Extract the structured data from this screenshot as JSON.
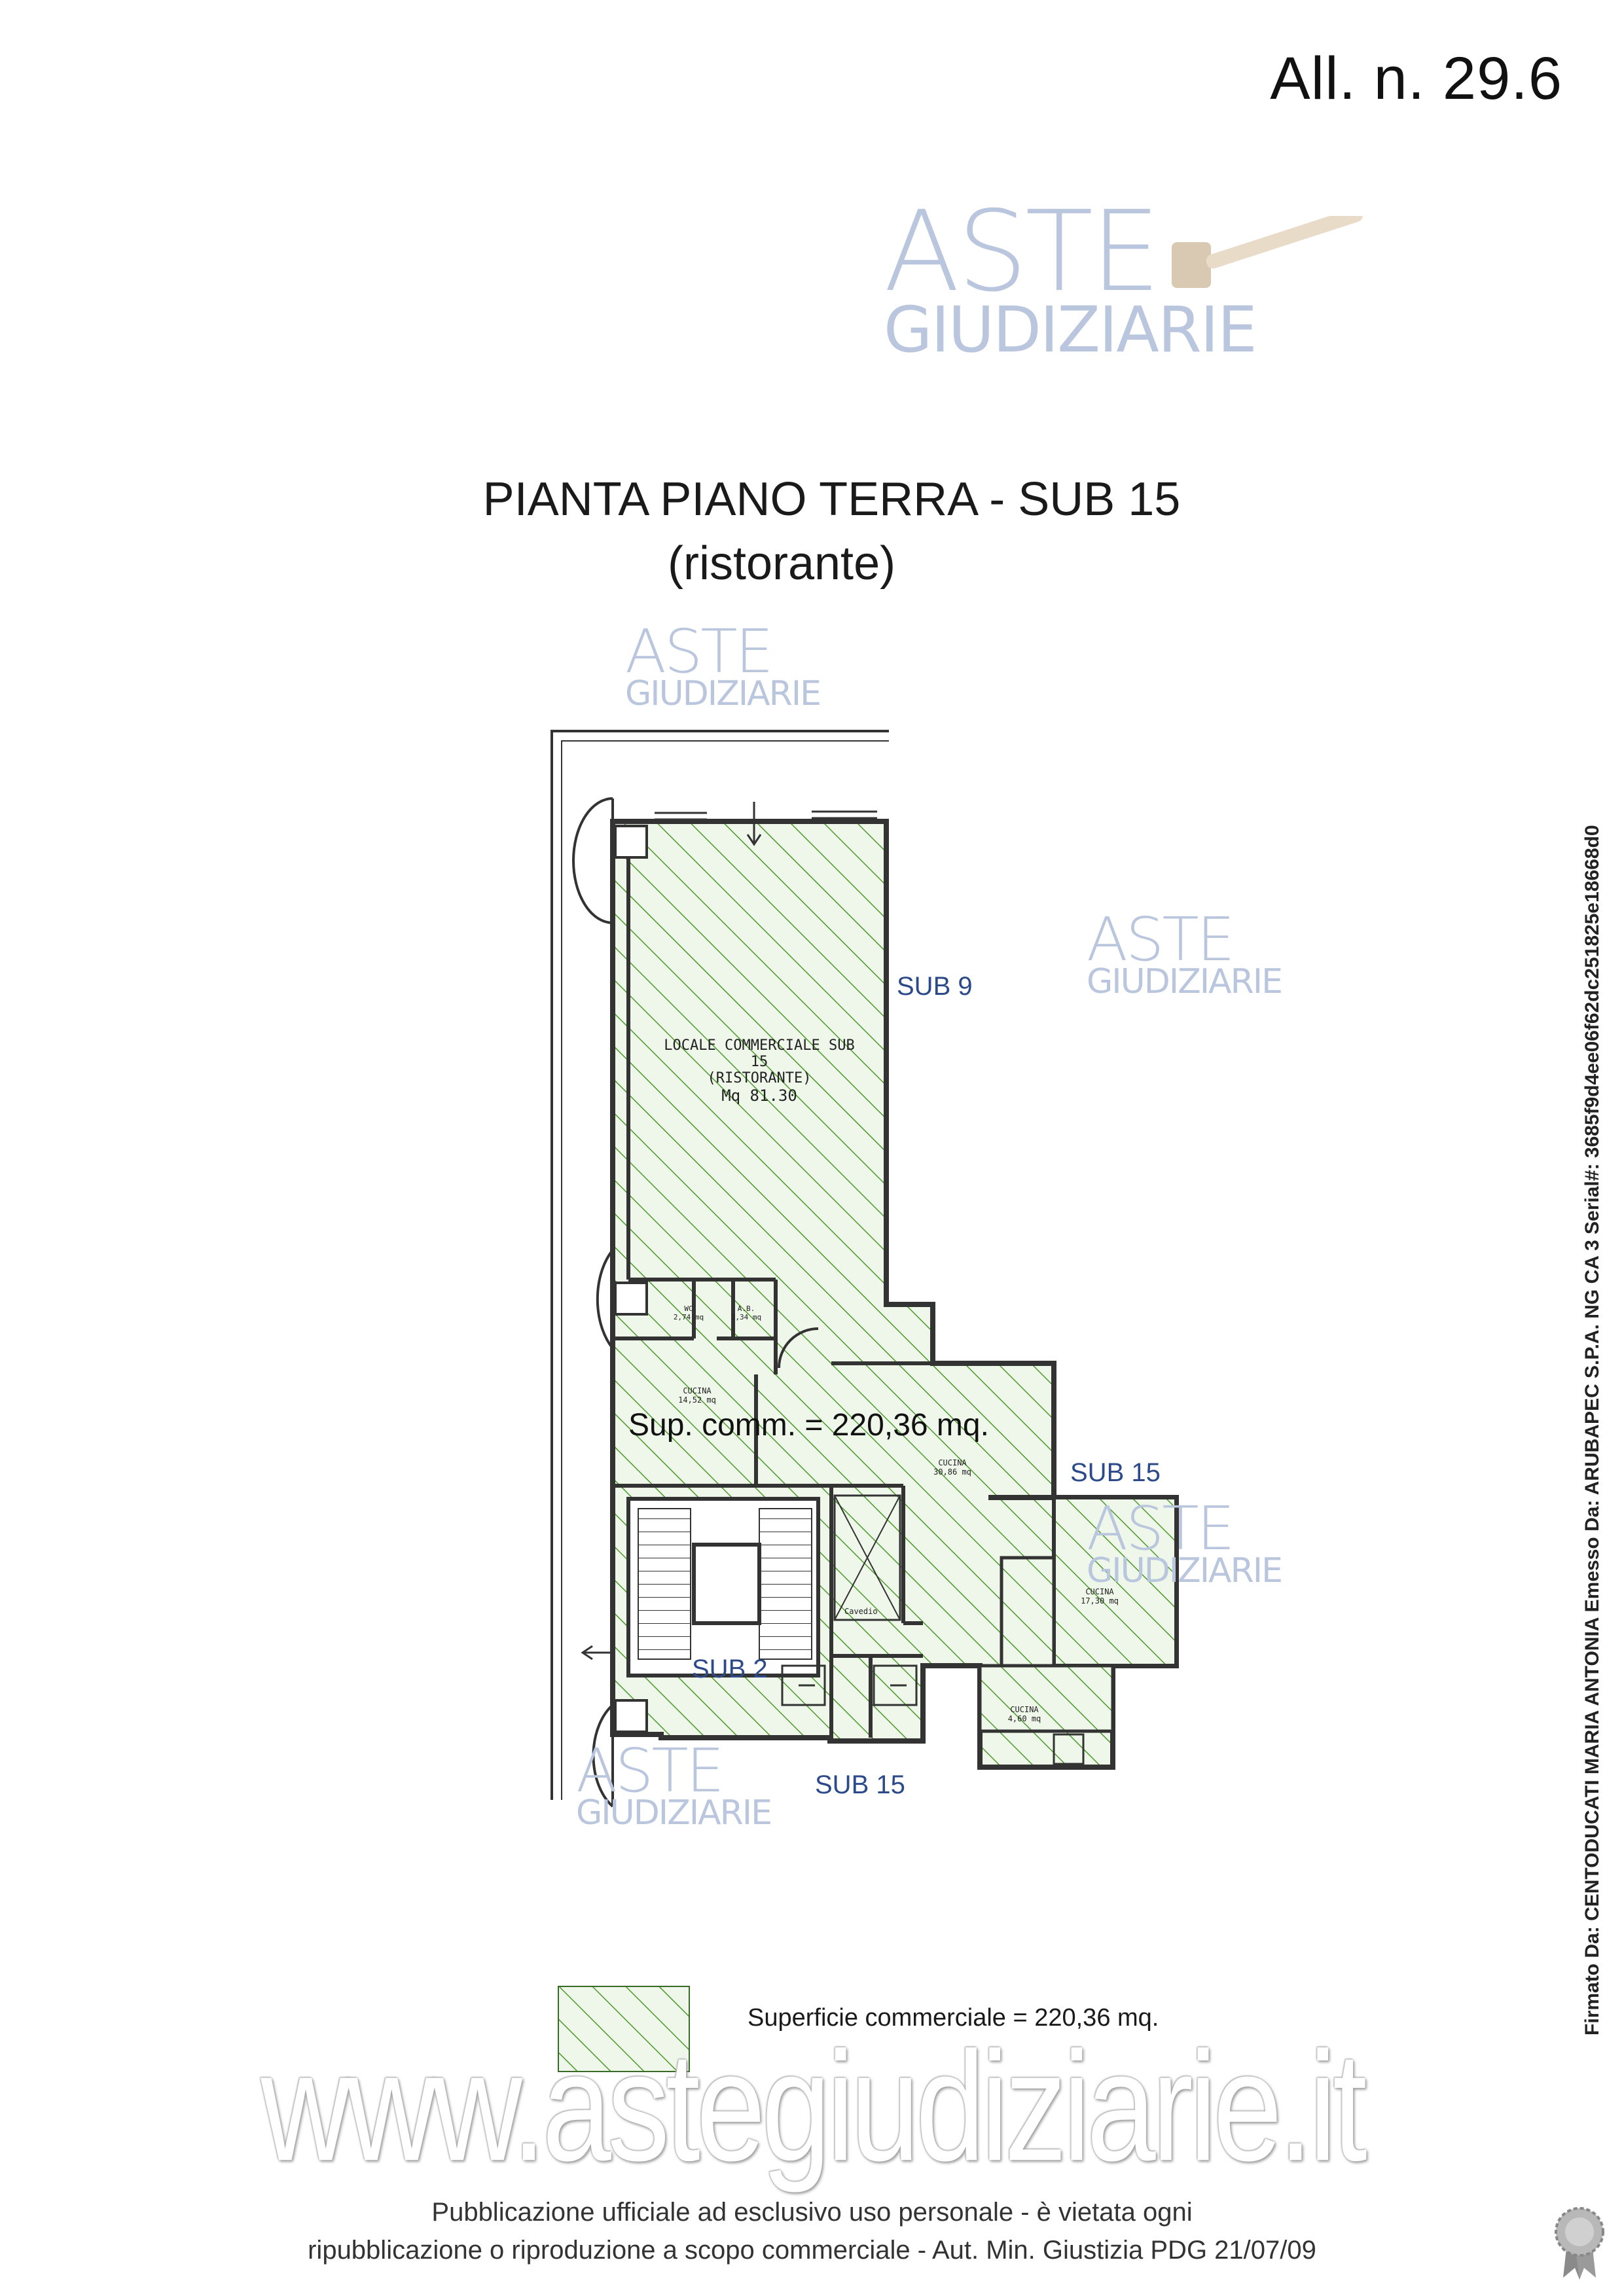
{
  "header": {
    "attachment": "All. n. 29.6"
  },
  "watermark": {
    "brand_line1": "ASTE",
    "brand_line2": "GIUDIZIARIE",
    "website": "www.astegiudiziarie.it"
  },
  "title": {
    "line1": "PIANTA PIANO TERRA - SUB 15",
    "line2": "(ristorante)"
  },
  "plan": {
    "neighbours": [
      "SUB 9",
      "SUB 15",
      "SUB 2",
      "SUB 15"
    ],
    "rooms": {
      "main_l1": "LOCALE COMMERCIALE SUB 15",
      "main_l2": "(RISTORANTE)",
      "main_l3": "Mq 81.30",
      "wc_l1": "WC",
      "wc_l2": "2,74 mq",
      "ab_l1": "A.B.",
      "ab_l2": "2,34 mq",
      "cucina1_l1": "CUCINA",
      "cucina1_l2": "14,52 mq",
      "cucina2_l1": "CUCINA",
      "cucina2_l2": "30,86 mq",
      "cucina3_l1": "CUCINA",
      "cucina3_l2": "17,30 mq",
      "cucina4_l1": "CUCINA",
      "cucina4_l2": "4,60 mq",
      "cavedio": "Cavedio"
    },
    "surface_note": "Sup. comm. = 220,36 mq."
  },
  "legend": {
    "label": "Superficie  commerciale  = 220,36 mq."
  },
  "footer": {
    "line1": "Pubblicazione ufficiale ad esclusivo uso personale - è vietata ogni",
    "line2": "ripubblicazione o riproduzione a scopo commerciale - Aut. Min. Giustizia PDG 21/07/09"
  },
  "signature": "Firmato Da: CENTODUCATI MARIA ANTONIA Emesso Da: ARUBAPEC S.P.A. NG CA 3 Serial#: 3685f9d4ee06f62dc251825e18668d0",
  "colors": {
    "hatch": "#4c9a2a",
    "fill": "#dbeed3",
    "watermark": "#b9c6dd",
    "sub_label": "#2c4a8a"
  }
}
